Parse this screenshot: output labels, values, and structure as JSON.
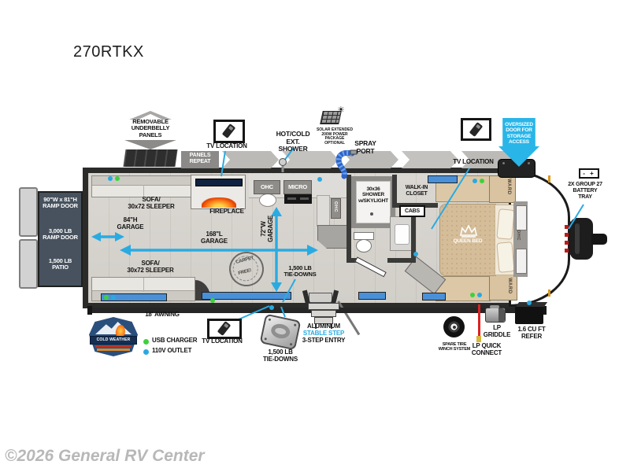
{
  "title": "270RTKX",
  "watermark": "©2026 General RV Center",
  "colors": {
    "accent": "#29abe2",
    "usb_green": "#3ed13c",
    "outlet_blue": "#2aa9e0"
  },
  "top": {
    "underbelly": "REMOVABLE\nUNDERBELLY\nPANELS",
    "panels_repeat": "PANELS\nREPEAT",
    "tv_left": "TV LOCATION",
    "ext_shower": "HOT/COLD\nEXT. SHOWER",
    "solar": "SOLAR EXTENDED\n200W POWER PACKAGE\nOPTIONAL",
    "spray_port": "SPRAY\nPORT",
    "tv_right": "TV LOCATION",
    "oversized_door": "OVERSIZED\nDOOR FOR\nSTORAGE\nACCESS",
    "battery": "2X GROUP 27\nBATTERY\nTRAY",
    "battery_sign": "-  +"
  },
  "left": {
    "ramp_size": "90\"W x 81\"H\nRAMP DOOR",
    "ramp_capacity": "3,000 LB\nRAMP DOOR",
    "patio": "1,500 LB\nPATIO"
  },
  "room": {
    "sofa_top": "SOFA/\n30x72 SLEEPER",
    "sofa_bottom": "SOFA/\n30x72 SLEEPER",
    "garage_h": "84\"H\nGARAGE",
    "garage_l": "168\"L\nGARAGE",
    "garage_w": "72\"W\nGARAGE",
    "fireplace": "FIREPLACE",
    "ohc_left": "OHC",
    "micro": "MICRO",
    "ohc_right": "OHC",
    "shower": "30x36\nSHOWER\nw/SKYLIGHT",
    "closet": "WALK-IN\nCLOSET",
    "cabs": "CABS",
    "queen": "QUEEN BED",
    "ward_top": "WARD",
    "ohc_bed": "OHC",
    "ward_bottom": "WARD",
    "tie_downs_floor": "1,500 LB\nTIE-DOWNS",
    "carpet1": "CARPET",
    "carpet2": "FREE!"
  },
  "bottom": {
    "awning": "18' AWNING",
    "cold_weather": "COLD WEATHER",
    "usb": "USB CHARGER",
    "outlet": "110V OUTLET",
    "tv_bottom": "TV LOCATION",
    "tie_downs": "1,500 LB\nTIE-DOWNS",
    "step1": "ALUMINUM",
    "step2": "STABLE STEP",
    "step3": "3-STEP ENTRY",
    "spare_tire": "SPARE TIRE\nWINCH SYSTEM",
    "lp_quick": "LP QUICK\nCONNECT",
    "lp_griddle": "LP\nGRIDDLE",
    "refer": "1.6 CU FT\nREFER"
  }
}
